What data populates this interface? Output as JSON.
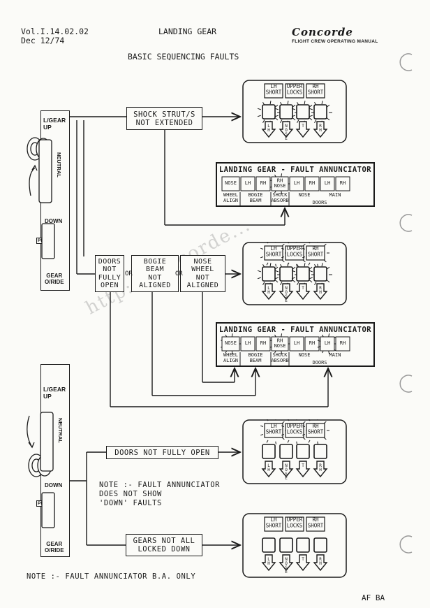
{
  "header": {
    "doc_ref": "Vol.I.14.02.02",
    "date": "Dec 12/74",
    "section": "LANDING GEAR",
    "brand": "Concorde",
    "manual": "FLIGHT CREW OPERATING MANUAL"
  },
  "page_title": "BASIC SEQUENCING FAULTS",
  "lever": {
    "up": "L/GEAR\nUP",
    "neutral": "NEUTRAL",
    "down": "DOWN",
    "press": "PRESS",
    "override": "GEAR\nO/RIDE"
  },
  "faults": {
    "shock_strut": "SHOCK STRUT/S\nNOT EXTENDED",
    "doors": "DOORS\nNOT\nFULLY\nOPEN",
    "bogie": "BOGIE\nBEAM\nNOT\nALIGNED",
    "nose_wheel": "NOSE\nWHEEL\nNOT\nALIGNED",
    "or": "OR",
    "doors_down": "DOORS NOT FULLY OPEN",
    "gears_locked": "GEARS NOT ALL\nLOCKED DOWN"
  },
  "indicator": {
    "lh_short": "LH\nSHORT",
    "upper_locks": "UPPER\nLOCKS",
    "rh_short": "RH\nSHORT",
    "arrows": [
      "LH",
      "NOSE",
      "T",
      "RH"
    ]
  },
  "annunciator": {
    "title": "LANDING GEAR - FAULT ANNUNCIATOR",
    "cells": [
      "NOSE",
      "LH",
      "RH",
      "RH\nNOSE",
      "LH",
      "RH",
      "LH",
      "RH"
    ],
    "groups": [
      "WHEEL\nALIGN",
      "BOGIE\nBEAM",
      "SHOCK\nABSORB",
      "NOSE",
      "MAIN"
    ],
    "doors": "DOORS"
  },
  "notes": {
    "down_note": "NOTE :- FAULT ANNUNCIATOR\nDOES NOT SHOW\n'DOWN' FAULTS",
    "footer_note": "NOTE :- FAULT ANNUNCIATOR B.A. ONLY"
  },
  "footer": {
    "code": "AF BA"
  },
  "watermark": "http://concorde..."
}
